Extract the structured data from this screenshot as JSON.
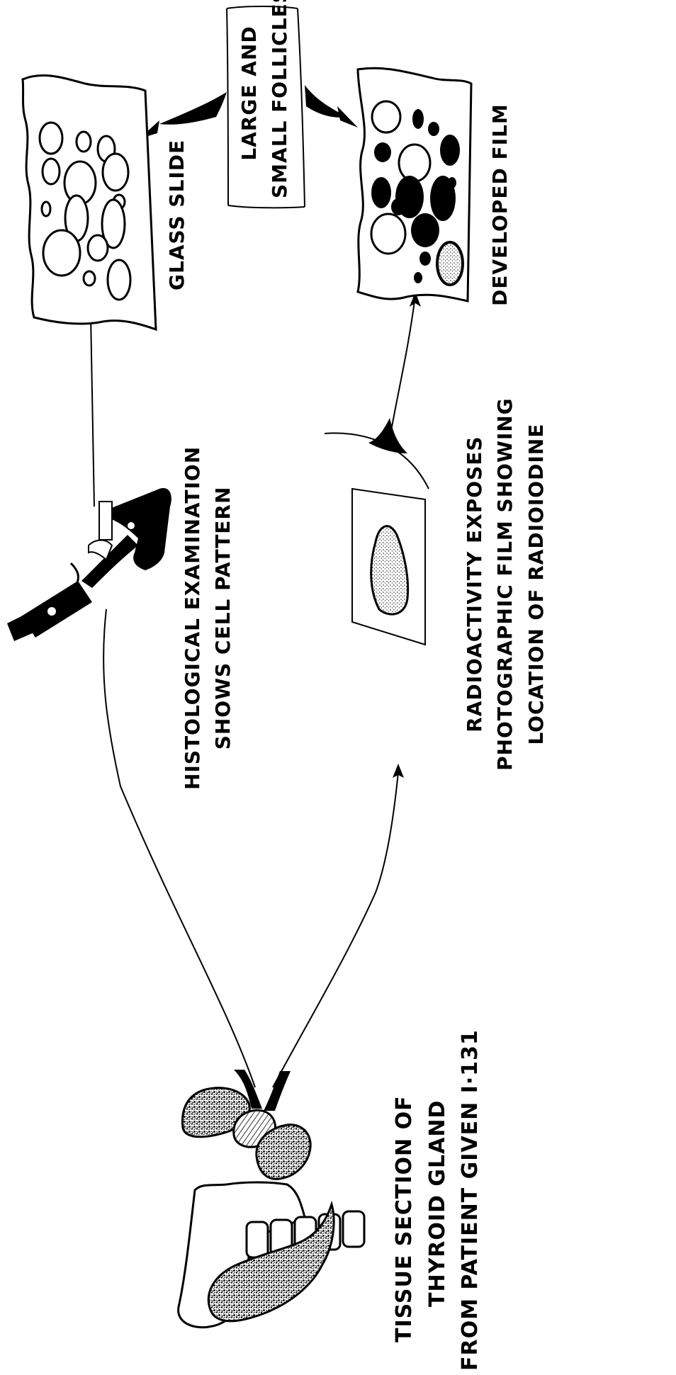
{
  "labels": {
    "tissue": {
      "line1": "TISSUE  SECTION  OF",
      "line2": "THYROID   GLAND",
      "line3": "FROM PATIENT  GIVEN  I·131"
    },
    "histological": {
      "line1": "HISTOLOGICAL  EXAMINATION",
      "line2": "SHOWS  CELL  PATTERN"
    },
    "radioactivity": {
      "line1": "RADIOACTIVITY  EXPOSES",
      "line2": "PHOTOGRAPHIC  FILM  SHOWING",
      "line3": "LOCATION  OF  RADIOIODINE"
    },
    "glass_slide": "GLASS  SLIDE",
    "developed_film": "DEVELOPED  FILM",
    "follicles": {
      "line1": "LARGE  AND",
      "line2": "SMALL  FOLLICLES"
    }
  },
  "colors": {
    "ink": "#000000",
    "paper": "#ffffff"
  },
  "icons": [
    "thyroid-gland-icon",
    "microscope-icon",
    "photographic-film-icon",
    "glass-slide-icon",
    "developed-film-icon"
  ]
}
